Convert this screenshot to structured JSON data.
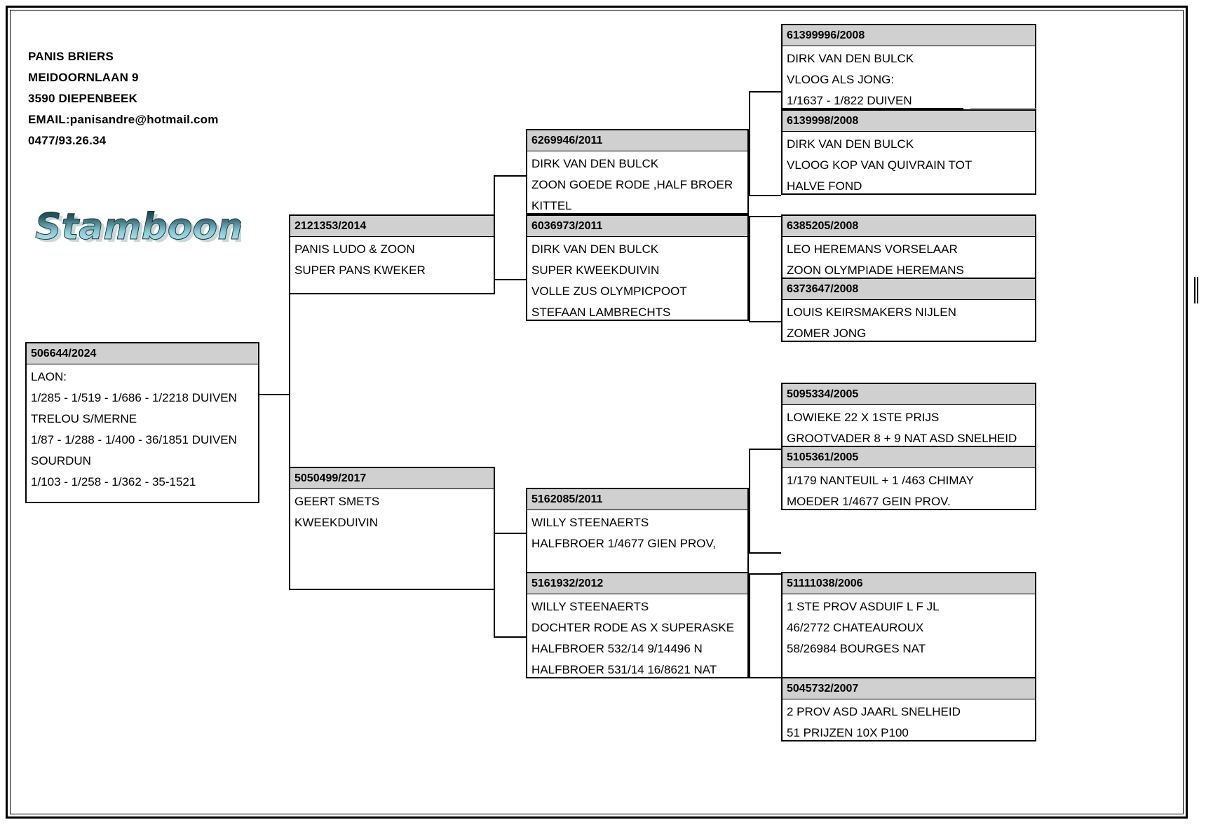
{
  "breeder": {
    "lines": [
      "PANIS BRIERS",
      "MEIDOORNLAAN 9",
      "3590 DIEPENBEEK",
      "EMAIL:panisandre@hotmail.com",
      "0477/93.26.34"
    ]
  },
  "logo": {
    "text": "Stamboom"
  },
  "colors": {
    "header_fill": "#d0d0d0",
    "border": "#000000",
    "background": "#ffffff",
    "logo_dark": "#12333a",
    "logo_light": "#c9eef3"
  },
  "pedigree": {
    "subject": {
      "ring": "506644/2024",
      "lines": [
        "LAON:",
        "1/285 - 1/519 - 1/686 - 1/2218 DUIVEN",
        "TRELOU S/MERNE",
        "1/87 - 1/288 - 1/400 - 36/1851 DUIVEN",
        "SOURDUN",
        "1/103 - 1/258 - 1/362 - 35-1521"
      ]
    },
    "sire": {
      "ring": "2121353/2014",
      "lines": [
        "PANIS LUDO & ZOON",
        "SUPER PANS KWEKER"
      ]
    },
    "dam": {
      "ring": "5050499/2017",
      "lines": [
        "GEERT SMETS",
        "KWEEKDUIVIN"
      ]
    },
    "grandparents": [
      {
        "ring": "6269946/2011",
        "lines": [
          "DIRK VAN DEN BULCK",
          "ZOON GOEDE RODE ,HALF BROER",
          "KITTEL"
        ]
      },
      {
        "ring": "6036973/2011",
        "lines": [
          "DIRK VAN DEN BULCK",
          "SUPER KWEEKDUIVIN",
          "VOLLE ZUS OLYMPICPOOT",
          "STEFAAN LAMBRECHTS"
        ]
      },
      {
        "ring": "5162085/2011",
        "lines": [
          "WILLY STEENAERTS",
          "HALFBROER 1/4677 GIEN PROV,"
        ]
      },
      {
        "ring": "5161932/2012",
        "lines": [
          "WILLY STEENAERTS",
          "DOCHTER RODE AS X SUPERASKE",
          "HALFBROER 532/14 9/14496 N",
          "HALFBROER 531/14 16/8621 NAT"
        ]
      }
    ],
    "greatgrandparents": [
      {
        "ring": "61399996/2008",
        "lines": [
          "DIRK VAN DEN BULCK",
          "VLOOG ALS JONG:",
          "1/1637  - 1/822 DUIVEN"
        ]
      },
      {
        "ring": "6139998/2008",
        "lines": [
          "DIRK VAN DEN BULCK",
          "VLOOG KOP VAN QUIVRAIN TOT",
          "HALVE FOND"
        ]
      },
      {
        "ring": "6385205/2008",
        "lines": [
          "LEO HEREMANS VORSELAAR",
          "ZOON OLYMPIADE HEREMANS"
        ]
      },
      {
        "ring": "6373647/2008",
        "lines": [
          "LOUIS KEIRSMAKERS NIJLEN",
          "ZOMER JONG"
        ]
      },
      {
        "ring": "5095334/2005",
        "lines": [
          "LOWIEKE 22 X 1STE PRIJS",
          "GROOTVADER 8 + 9 NAT ASD SNELHEID"
        ]
      },
      {
        "ring": "5105361/2005",
        "lines": [
          "1/179 NANTEUIL + 1 /463 CHIMAY",
          "MOEDER 1/4677 GEIN PROV."
        ]
      },
      {
        "ring": "51111038/2006",
        "lines": [
          "1 STE PROV ASDUIF L F JL",
          "46/2772 CHATEAUROUX",
          "58/26984 BOURGES NAT"
        ]
      },
      {
        "ring": "5045732/2007",
        "lines": [
          "2 PROV ASD JAARL SNELHEID",
          "51 PRIJZEN 10X P100"
        ]
      }
    ]
  }
}
